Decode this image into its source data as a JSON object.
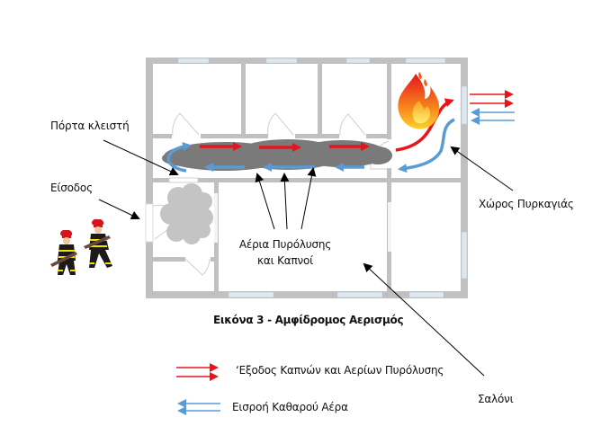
{
  "caption": "Εικόνα 3 - Αμφίδρομος Αερισμός",
  "labels": {
    "closed_door": "Πόρτα κλειστή",
    "entrance": "Είσοδος",
    "fire_room": "Χώρος Πυρκαγιάς",
    "gases_line1": "Αέρια Πυρόλυσης",
    "gases_line2": "και Καπνοί",
    "living_room": "Σαλόνι"
  },
  "legend": [
    {
      "label": "‘Εξοδος Καπνών και Αερίων Πυρόλυσης",
      "color": "#e8141b",
      "direction": "right",
      "icon": "double-arrow-right-icon"
    },
    {
      "label": "Εισροή Καθαρού Αέρα",
      "color": "#5b9bd5",
      "direction": "left",
      "icon": "double-arrow-left-icon"
    }
  ],
  "colors": {
    "wall": "#c0c0c0",
    "window": "#dde8ee",
    "smoke": "#7a7a7a",
    "smoke_light": "#c4c4c4",
    "exhaust": "#e8141b",
    "intake": "#5b9bd5"
  }
}
